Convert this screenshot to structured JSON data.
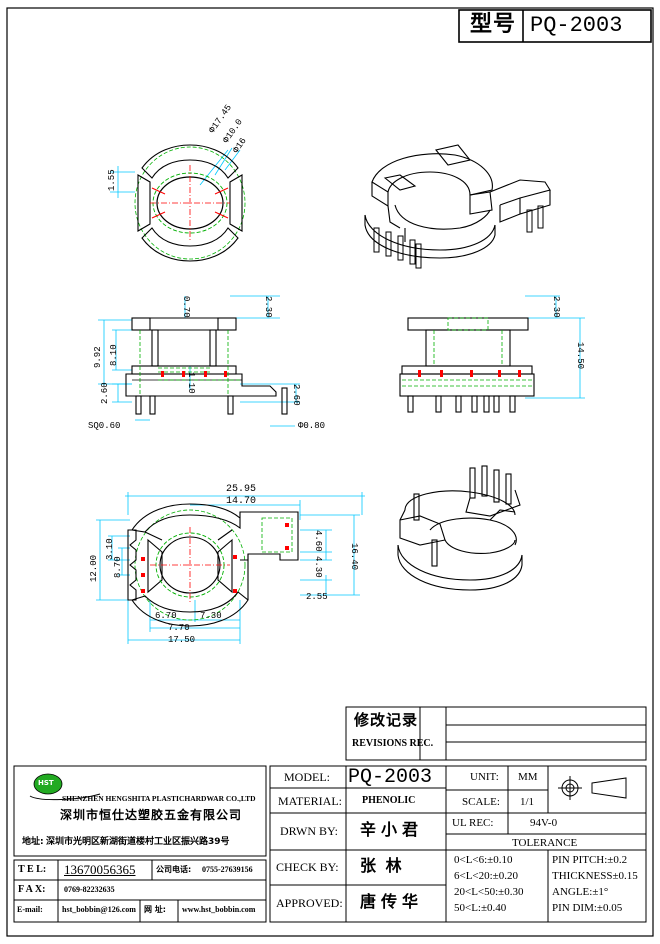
{
  "model": {
    "label_cn": "型号",
    "part_number": "PQ-2003"
  },
  "views": {
    "top": {
      "dims": [
        "1.55",
        "Φ17.45",
        "Φ10.0",
        "Φ16"
      ]
    },
    "front": {
      "dims": [
        "0.70",
        "2.30",
        "8.10",
        "9.92",
        "1.10",
        "2.60",
        "2.60",
        "SQ0.60",
        "Φ0.80"
      ]
    },
    "side": {
      "dims": [
        "2.30",
        "14.50"
      ]
    },
    "bottom": {
      "dims": [
        "25.95",
        "14.70",
        "4.60",
        "4.30",
        "16.40",
        "2.55",
        "3.10",
        "12.00",
        "8.70",
        "6.70",
        "7.30",
        "7.70",
        "17.50"
      ]
    }
  },
  "revisions": {
    "label_cn": "修改记录",
    "label_en": "REVISIONS REC."
  },
  "company": {
    "logo": "HST",
    "name_en": "SHENZHEN HENGSHITA PLASTICHARDWAR CO.,LTD",
    "name_cn": "深圳市恒仕达塑胶五金有限公司",
    "address_label": "地址:",
    "address": "深圳市光明区新湖街道楼村工业区振兴路39号",
    "tel_label": "T E L:",
    "tel": "13670056365",
    "company_tel_label": "公司电话:",
    "company_tel": "0755-27639156",
    "fax_label": "F A X:",
    "fax": "0769-82232635",
    "email_label": "E-mail:",
    "email": "hst_bobbin@126.com",
    "web_label": "网 址:",
    "web": "www.hst_bobbin.com"
  },
  "title_block": {
    "model_label": "MODEL:",
    "model_value": "PQ-2003",
    "material_label": "MATERIAL:",
    "material_value": "PHENOLIC",
    "drawn_label": "DRWN BY:",
    "drawn_value": "辛小君",
    "check_label": "CHECK BY:",
    "check_value": "张 林",
    "approved_label": "APPROVED:",
    "approved_value": "唐传华",
    "unit_label": "UNIT:",
    "unit_value": "MM",
    "scale_label": "SCALE:",
    "scale_value": "1/1",
    "ul_label": "UL REC:",
    "ul_value": "94V-0",
    "tolerance_label": "TOLERANCE",
    "tol_ranges": [
      "0<L<6:±0.10",
      "6<L<20:±0.20",
      "20<L<50:±0.30",
      "50<L:±0.40"
    ],
    "tol_other": [
      "PIN PITCH:±0.2",
      "THICKNESS±0.15",
      "ANGLE:±1°",
      "PIN DIM:±0.05"
    ]
  },
  "colors": {
    "dim": "#00c8ff",
    "hidden": "#00b000",
    "center": "#ff0000",
    "line": "#000000"
  }
}
